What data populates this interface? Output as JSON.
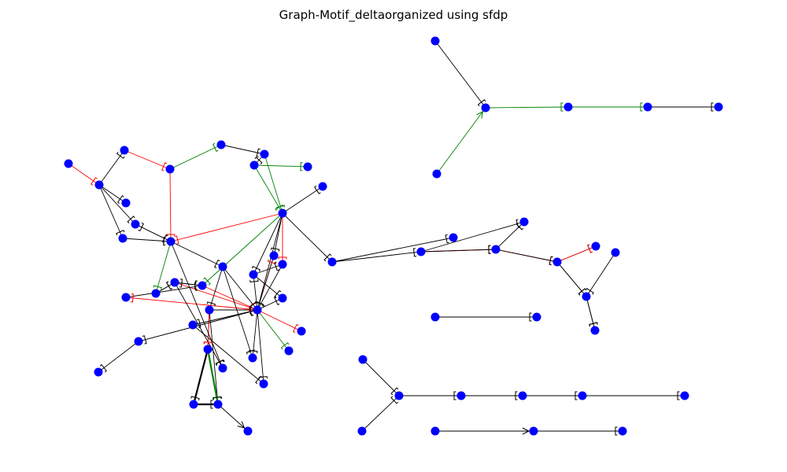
{
  "title": "Graph-Motif_deltaorganized using sfdp",
  "colors": {
    "node": "#0000ff",
    "edge_default": "#000000",
    "edge_red": "#ff0000",
    "edge_green": "#008000"
  },
  "graph": {
    "directed": true,
    "layout": "sfdp",
    "nodes": [
      {
        "id": "a1"
      },
      {
        "id": "a2"
      },
      {
        "id": "a3"
      },
      {
        "id": "a4"
      },
      {
        "id": "a5"
      },
      {
        "id": "b1"
      },
      {
        "id": "b2"
      },
      {
        "id": "b3"
      },
      {
        "id": "b4"
      },
      {
        "id": "b5"
      },
      {
        "id": "b6"
      },
      {
        "id": "b7"
      },
      {
        "id": "b8"
      },
      {
        "id": "b9"
      },
      {
        "id": "b10"
      },
      {
        "id": "b11"
      },
      {
        "id": "b12"
      },
      {
        "id": "b13"
      },
      {
        "id": "c1"
      },
      {
        "id": "c2"
      },
      {
        "id": "c3"
      },
      {
        "id": "c4"
      },
      {
        "id": "c5"
      },
      {
        "id": "c6"
      },
      {
        "id": "c7"
      },
      {
        "id": "c8"
      },
      {
        "id": "c9"
      },
      {
        "id": "c10"
      },
      {
        "id": "c11"
      },
      {
        "id": "c12"
      },
      {
        "id": "c13"
      },
      {
        "id": "c14"
      },
      {
        "id": "c15"
      },
      {
        "id": "c16"
      },
      {
        "id": "c17"
      },
      {
        "id": "c18"
      },
      {
        "id": "c19"
      },
      {
        "id": "c20"
      },
      {
        "id": "c21"
      },
      {
        "id": "c22"
      },
      {
        "id": "c23"
      },
      {
        "id": "c24"
      },
      {
        "id": "c25"
      },
      {
        "id": "c26"
      },
      {
        "id": "c27"
      },
      {
        "id": "c28"
      },
      {
        "id": "c29"
      },
      {
        "id": "c30"
      },
      {
        "id": "c31"
      },
      {
        "id": "c32"
      },
      {
        "id": "c33"
      },
      {
        "id": "c34"
      },
      {
        "id": "c35"
      },
      {
        "id": "c36"
      },
      {
        "id": "d1"
      },
      {
        "id": "d2"
      },
      {
        "id": "e1"
      },
      {
        "id": "e2"
      },
      {
        "id": "e3"
      },
      {
        "id": "e4"
      },
      {
        "id": "e5"
      },
      {
        "id": "e6"
      },
      {
        "id": "e7"
      },
      {
        "id": "f1"
      },
      {
        "id": "f2"
      },
      {
        "id": "f3"
      }
    ],
    "edges": [
      {
        "s": "a1",
        "t": "a2",
        "color": "edge_default"
      },
      {
        "s": "a5",
        "t": "a2",
        "color": "edge_green",
        "arrow": true
      },
      {
        "s": "a2",
        "t": "a3",
        "color": "edge_green"
      },
      {
        "s": "a3",
        "t": "a4",
        "color": "edge_green"
      },
      {
        "s": "a4",
        "t": "a5x",
        "color": "edge_default"
      },
      {
        "s": "c16",
        "t": "b1",
        "color": "edge_default"
      },
      {
        "s": "b1",
        "t": "b2",
        "color": "edge_default"
      },
      {
        "s": "b1",
        "t": "b3",
        "color": "edge_default"
      },
      {
        "s": "b3",
        "t": "b4",
        "color": "edge_default"
      },
      {
        "s": "b3",
        "t": "b5",
        "color": "edge_red"
      },
      {
        "s": "b5",
        "t": "b6",
        "color": "edge_red"
      },
      {
        "s": "b5",
        "t": "b7",
        "color": "edge_default"
      },
      {
        "s": "b7",
        "t": "b8",
        "color": "edge_default"
      },
      {
        "s": "b9",
        "t": "b10",
        "color": "edge_default"
      },
      {
        "s": "b11",
        "t": "b12",
        "color": "edge_default"
      },
      {
        "s": "b12",
        "t": "b13",
        "color": "edge_default"
      },
      {
        "s": "c1",
        "t": "c2",
        "color": "edge_red"
      },
      {
        "s": "c2",
        "t": "c3",
        "color": "edge_default"
      },
      {
        "s": "c3",
        "t": "c4",
        "color": "edge_red"
      },
      {
        "s": "c4",
        "t": "c5",
        "color": "edge_red"
      },
      {
        "s": "c4",
        "t": "c6",
        "color": "edge_green"
      },
      {
        "s": "c6",
        "t": "c7",
        "color": "edge_default"
      },
      {
        "s": "c7",
        "t": "c8",
        "color": "edge_default"
      },
      {
        "s": "c8",
        "t": "c9",
        "color": "edge_green"
      },
      {
        "s": "c8",
        "t": "c10",
        "color": "edge_green"
      },
      {
        "s": "c10",
        "t": "c11",
        "color": "edge_default"
      },
      {
        "s": "c10",
        "t": "c12",
        "color": "edge_default"
      },
      {
        "s": "c10",
        "t": "c16",
        "color": "edge_default"
      },
      {
        "s": "c10",
        "t": "c13",
        "color": "edge_red"
      },
      {
        "s": "c10",
        "t": "c18",
        "color": "edge_default"
      },
      {
        "s": "c2",
        "t": "c14",
        "color": "edge_default"
      },
      {
        "s": "c2",
        "t": "c15",
        "color": "edge_default"
      },
      {
        "s": "c15",
        "t": "c5",
        "color": "edge_default"
      },
      {
        "s": "c5",
        "t": "c17",
        "color": "edge_default"
      },
      {
        "s": "c5",
        "t": "c19",
        "color": "edge_green"
      },
      {
        "s": "c5",
        "t": "c20",
        "color": "edge_default"
      },
      {
        "s": "c19",
        "t": "c21",
        "color": "edge_default"
      },
      {
        "s": "c21",
        "t": "c22",
        "color": "edge_default"
      },
      {
        "s": "c22",
        "t": "c24",
        "color": "edge_red"
      },
      {
        "s": "c20",
        "t": "c23",
        "color": "edge_default"
      },
      {
        "s": "c23",
        "t": "c24",
        "color": "edge_default"
      },
      {
        "s": "c24",
        "t": "c25",
        "color": "edge_default"
      },
      {
        "s": "c24",
        "t": "c26",
        "color": "edge_red"
      },
      {
        "s": "c24",
        "t": "c27",
        "color": "edge_red"
      },
      {
        "s": "c24",
        "t": "c28",
        "color": "edge_green"
      },
      {
        "s": "c24",
        "t": "c29",
        "color": "edge_default"
      },
      {
        "s": "c24",
        "t": "c30",
        "color": "edge_default"
      },
      {
        "s": "c24",
        "t": "c31",
        "color": "edge_default"
      },
      {
        "s": "c24",
        "t": "c18",
        "color": "edge_default"
      },
      {
        "s": "c24",
        "t": "c12",
        "color": "edge_red"
      },
      {
        "s": "c18",
        "t": "c13",
        "color": "edge_default"
      },
      {
        "s": "c23",
        "t": "c32",
        "color": "edge_red"
      },
      {
        "s": "c32",
        "t": "c33",
        "color": "edge_green"
      },
      {
        "s": "c32",
        "t": "c34",
        "color": "edge_default"
      },
      {
        "s": "c34",
        "t": "c33",
        "color": "edge_default"
      },
      {
        "s": "c33",
        "t": "c35",
        "color": "edge_default",
        "arrow": true
      },
      {
        "s": "c31",
        "t": "c36",
        "color": "edge_default"
      },
      {
        "s": "c29",
        "t": "c32x",
        "color": "edge_default"
      },
      {
        "s": "c21",
        "t": "c30x",
        "color": "edge_default"
      },
      {
        "s": "d1",
        "t": "d2",
        "color": "edge_default"
      },
      {
        "s": "e1",
        "t": "e3",
        "color": "edge_default"
      },
      {
        "s": "e2",
        "t": "e3",
        "color": "edge_default"
      },
      {
        "s": "e3",
        "t": "e4",
        "color": "edge_default"
      },
      {
        "s": "e4",
        "t": "e5",
        "color": "edge_default"
      },
      {
        "s": "e5",
        "t": "e6",
        "color": "edge_default"
      },
      {
        "s": "e6",
        "t": "e7",
        "color": "edge_default"
      },
      {
        "s": "f1",
        "t": "f2",
        "color": "edge_default",
        "arrow": true
      },
      {
        "s": "f2",
        "t": "f3",
        "color": "edge_default"
      }
    ]
  }
}
